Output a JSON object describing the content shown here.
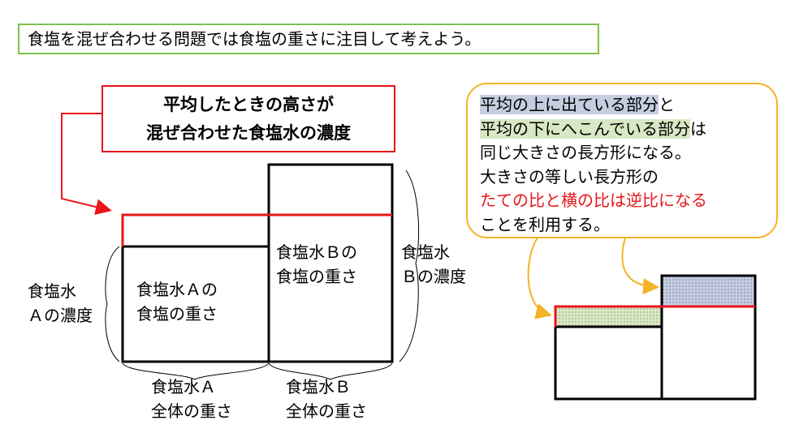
{
  "header": {
    "text": "食塩を混ぜ合わせる問題では食塩の重さに注目して考えよう。"
  },
  "title": {
    "line1": "平均したときの高さが",
    "line2": "混ぜ合わせた食塩水の濃度"
  },
  "left_diagram": {
    "box_a_line1": "食塩水Ａの",
    "box_a_line2": "食塩の重さ",
    "box_b_line1": "食塩水Ｂの",
    "box_b_line2": "食塩の重さ",
    "conc_a_line1": "食塩水",
    "conc_a_line2": "Ａの濃度",
    "conc_b_line1": "食塩水",
    "conc_b_line2": "Ｂの濃度",
    "weight_a_line1": "食塩水Ａ",
    "weight_a_line2": "全体の重さ",
    "weight_b_line1": "食塩水Ｂ",
    "weight_b_line2": "全体の重さ"
  },
  "explanation": {
    "l1_hl": "平均の上に出ている部分",
    "l1_rest": "と",
    "l2_hl": "平均の下にへこんでいる部分",
    "l2_rest": "は",
    "l3": "同じ大きさの長方形になる。",
    "l4": "大きさの等しい長方形の",
    "l5": "たての比と横の比は逆比になる",
    "l6": "ことを利用する。"
  },
  "colors": {
    "accent_red": "#e8161b",
    "green_border": "#7dc04a",
    "orange": "#f5b223",
    "blue_fill": "#c5cde0",
    "green_fill": "#d9e8c4"
  }
}
